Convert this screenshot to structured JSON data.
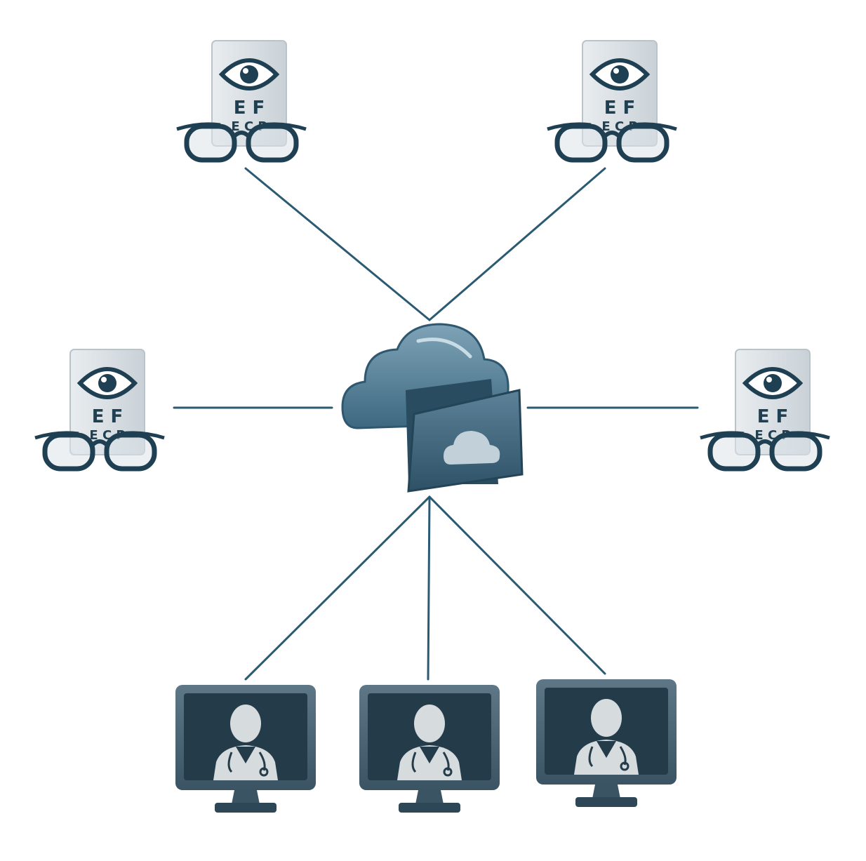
{
  "hub": {
    "icon": "cloud-folder-icon"
  },
  "clients": [
    {
      "icon": "eye-chart-glasses-icon",
      "chart_row1": "E  F",
      "chart_row2": "E C P"
    },
    {
      "icon": "eye-chart-glasses-icon",
      "chart_row1": "E  F",
      "chart_row2": "E C P"
    },
    {
      "icon": "eye-chart-glasses-icon",
      "chart_row1": "E  F",
      "chart_row2": "E C P"
    },
    {
      "icon": "eye-chart-glasses-icon",
      "chart_row1": "E  F",
      "chart_row2": "E C P"
    }
  ],
  "doctors": [
    {
      "icon": "doctor-monitor-icon"
    },
    {
      "icon": "doctor-monitor-icon"
    },
    {
      "icon": "doctor-monitor-icon"
    }
  ],
  "colors": {
    "line": "#2b5a73",
    "dark": "#1f3f52",
    "panel": "#d9dfe3",
    "cloud": "#4f7b93",
    "screen": "#243b4a",
    "silhouette": "#d6dbde"
  }
}
